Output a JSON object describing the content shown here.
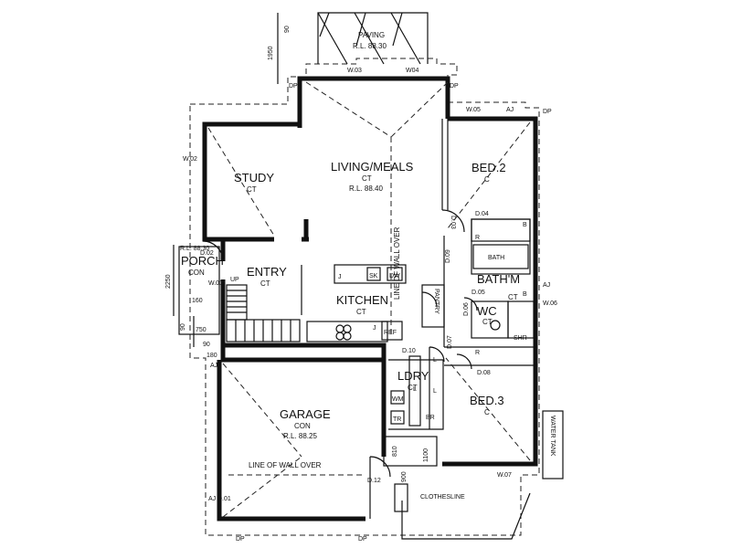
{
  "rooms": {
    "study": {
      "name": "STUDY",
      "finish": "CT"
    },
    "living": {
      "name": "LIVING/MEALS",
      "finish": "CT",
      "rl": "R.L. 88.40"
    },
    "bed2": {
      "name": "BED.2",
      "finish": "C"
    },
    "porch": {
      "name": "PORCH",
      "finish": "CON",
      "rl": "R.L. 88.30"
    },
    "entry": {
      "name": "ENTRY",
      "finish": "CT"
    },
    "kitchen": {
      "name": "KITCHEN",
      "finish": "CT"
    },
    "bathm": {
      "name": "BATH'M",
      "finish": "CT"
    },
    "wc": {
      "name": "WC",
      "finish": "CT"
    },
    "ldry": {
      "name": "LDRY",
      "finish": "CT"
    },
    "bed3": {
      "name": "BED.3",
      "finish": "C"
    },
    "garage": {
      "name": "GARAGE",
      "finish": "CON",
      "rl": "R.L. 88.25"
    }
  },
  "labels": {
    "paving": "PAVING",
    "paving_rl": "R.L. 88.30",
    "line_wall_over_v": "LINE OF WALL OVER",
    "line_wall_over_h": "LINE OF WALL OVER",
    "water_tank": "WATER TANK",
    "clothesline": "CLOTHESLINE",
    "pantry": "PANTRY",
    "bath": "BATH",
    "shr": "SHR",
    "up": "UP",
    "ref": "REF",
    "wm": "WM",
    "tr": "TR",
    "br": "BR",
    "sk": "SK",
    "dw": "DW"
  },
  "tags": {
    "w01": "W.01",
    "w02": "W.02",
    "w03": "W.03",
    "w04": "W04",
    "w05": "W.05",
    "w06": "W.06",
    "w07": "W.07",
    "d01": "D.01",
    "d02": "D.02",
    "d03": "D.03",
    "d04": "D.04",
    "d05": "D.05",
    "d06": "D.06",
    "d07": "D.07",
    "d08": "D.08",
    "d09": "D.09",
    "d10": "D.10",
    "d12": "D.12",
    "dp1": "DP",
    "dp2": "DP",
    "dp3": "DP",
    "dp4": "DP",
    "dp5": "DP",
    "aj1": "AJ",
    "aj2": "AJ",
    "aj3": "AJ",
    "aj4": "AJ",
    "j1": "J",
    "j2": "J",
    "l1": "L",
    "l2": "L",
    "l3": "L",
    "r1": "R",
    "r2": "R",
    "b1": "B",
    "b2": "B"
  },
  "dimensions": {
    "d90a": "90",
    "d1950": "1950",
    "d2250": "2250",
    "d160": "160",
    "d90b": "90",
    "d750": "750",
    "d90c": "90",
    "d180": "180",
    "d810": "810",
    "d1100": "1100",
    "d900": "900"
  }
}
